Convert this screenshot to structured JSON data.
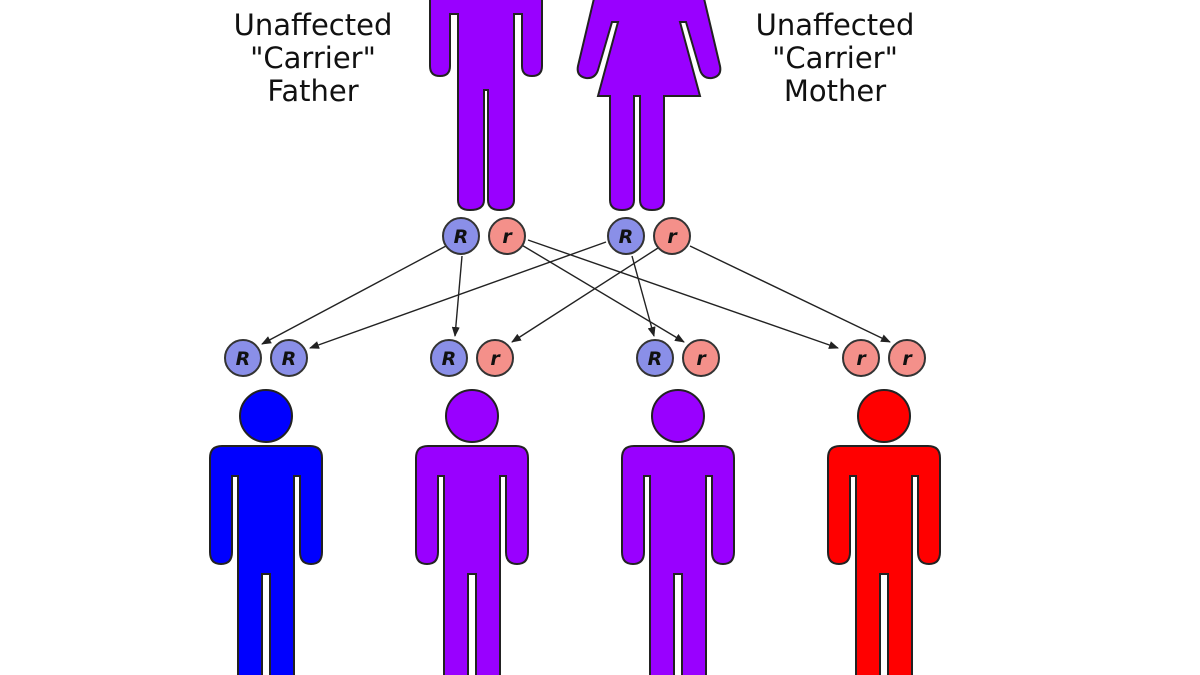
{
  "colors": {
    "background": "#ffffff",
    "carrier": "#9900ff",
    "unaffected": "#0000ff",
    "affected": "#ff0000",
    "dominant_allele": "#8a8fe8",
    "recessive_allele": "#f4908a",
    "outline": "#222222"
  },
  "parents": {
    "father": {
      "label_lines": [
        "Unaffected",
        "\"Carrier\"",
        "Father"
      ],
      "alleles": [
        "R",
        "r"
      ]
    },
    "mother": {
      "label_lines": [
        "Unaffected",
        "\"Carrier\"",
        "Mother"
      ],
      "alleles": [
        "R",
        "r"
      ]
    }
  },
  "children": [
    {
      "alleles": [
        "R",
        "R"
      ],
      "status": "unaffected"
    },
    {
      "alleles": [
        "R",
        "r"
      ],
      "status": "carrier"
    },
    {
      "alleles": [
        "R",
        "r"
      ],
      "status": "carrier"
    },
    {
      "alleles": [
        "r",
        "r"
      ],
      "status": "affected"
    }
  ]
}
